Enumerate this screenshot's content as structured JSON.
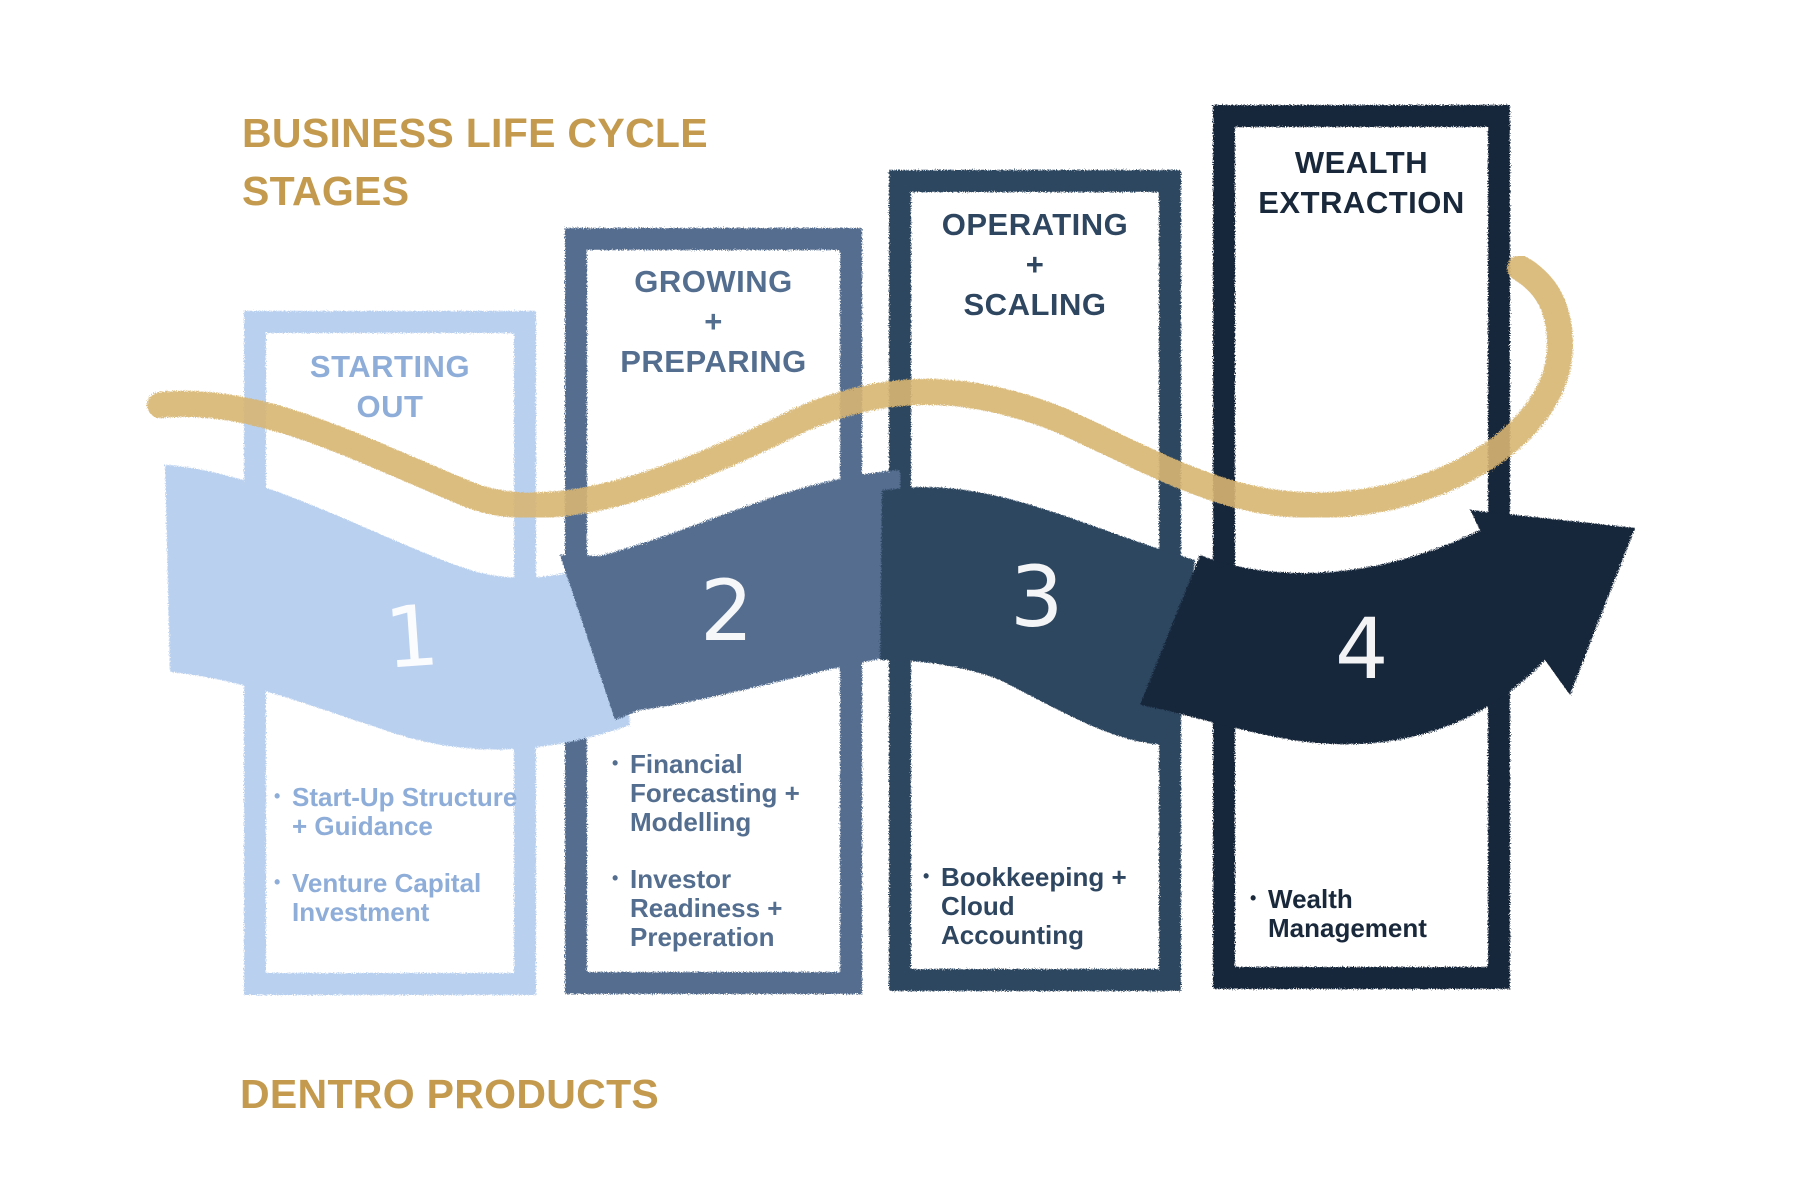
{
  "diagram": {
    "title_line1": "BUSINESS LIFE CYCLE",
    "title_line2": "STAGES",
    "products_heading": "DENTRO PRODUCTS",
    "colors": {
      "gold": "#c39a4e",
      "stage1": "#b9d0ef",
      "stage1_text": "#8eadd8",
      "stage2": "#546e90",
      "stage3": "#2e4660",
      "stage4": "#19283a"
    },
    "stages": [
      {
        "number": "1",
        "title": [
          "STARTING",
          "OUT"
        ],
        "products": [
          "Start-Up Structure + Guidance",
          "Venture Capital Investment"
        ]
      },
      {
        "number": "2",
        "title": [
          "GROWING",
          "+",
          "PREPARING"
        ],
        "products": [
          "Financial Forecasting + Modelling",
          "Investor Readiness + Preperation"
        ]
      },
      {
        "number": "3",
        "title": [
          "OPERATING",
          "+",
          "SCALING"
        ],
        "products": [
          "Bookkeeping + Cloud Accounting"
        ]
      },
      {
        "number": "4",
        "title": [
          "WEALTH",
          "EXTRACTION"
        ],
        "products": [
          "Wealth Management"
        ]
      }
    ]
  }
}
